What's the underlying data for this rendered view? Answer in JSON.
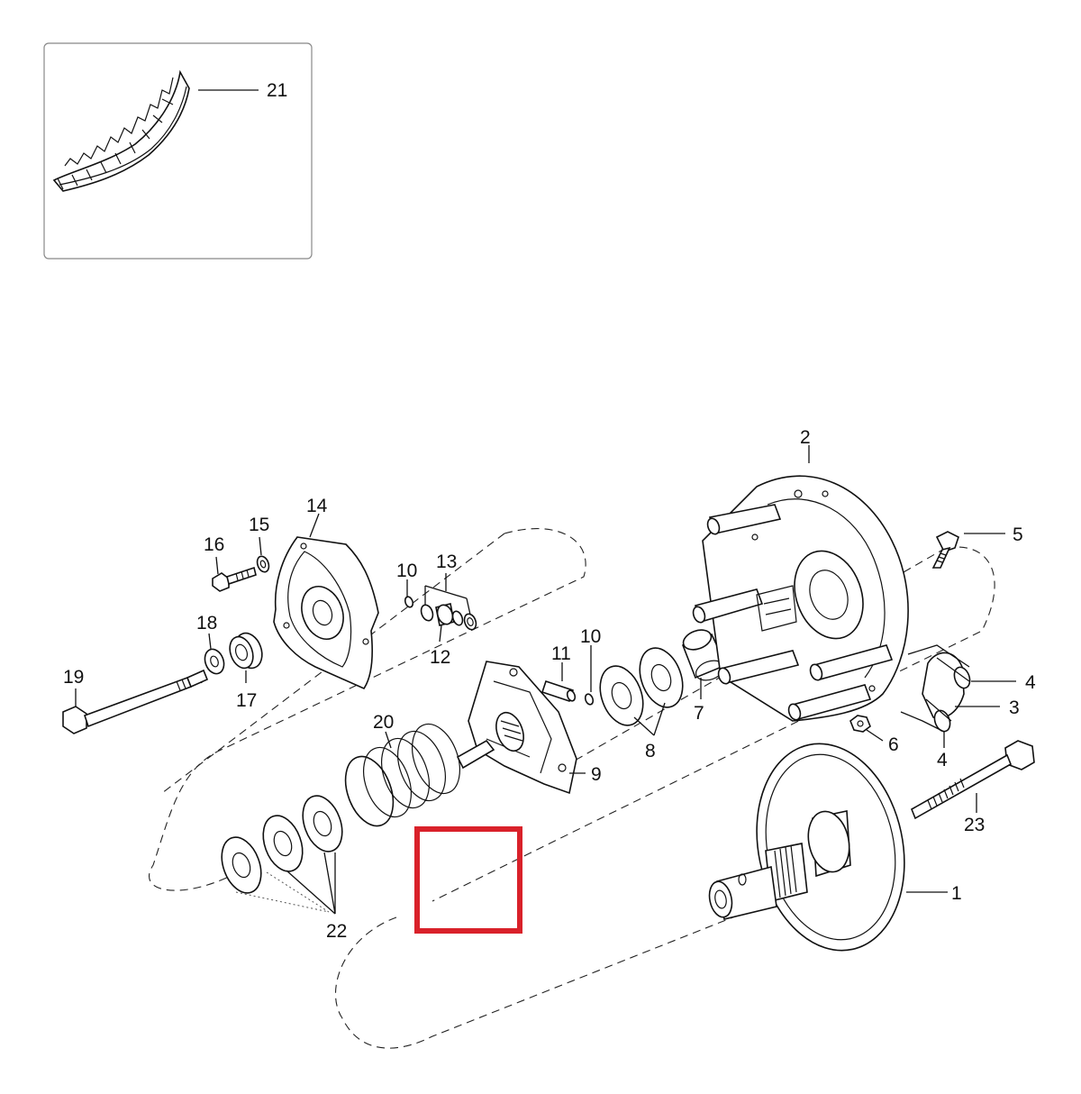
{
  "callouts": {
    "c1": "1",
    "c2": "2",
    "c3": "3",
    "c4a": "4",
    "c4b": "4",
    "c5": "5",
    "c6": "6",
    "c7": "7",
    "c8": "8",
    "c9": "9",
    "c10a": "10",
    "c10b": "10",
    "c11": "11",
    "c12": "12",
    "c13": "13",
    "c14": "14",
    "c15": "15",
    "c16": "16",
    "c17": "17",
    "c18": "18",
    "c19": "19",
    "c20": "20",
    "c21": "21",
    "c22": "22",
    "c23": "23"
  },
  "colors": {
    "line": "#111111",
    "highlight": "#d9212a",
    "inset_border": "#888888"
  }
}
